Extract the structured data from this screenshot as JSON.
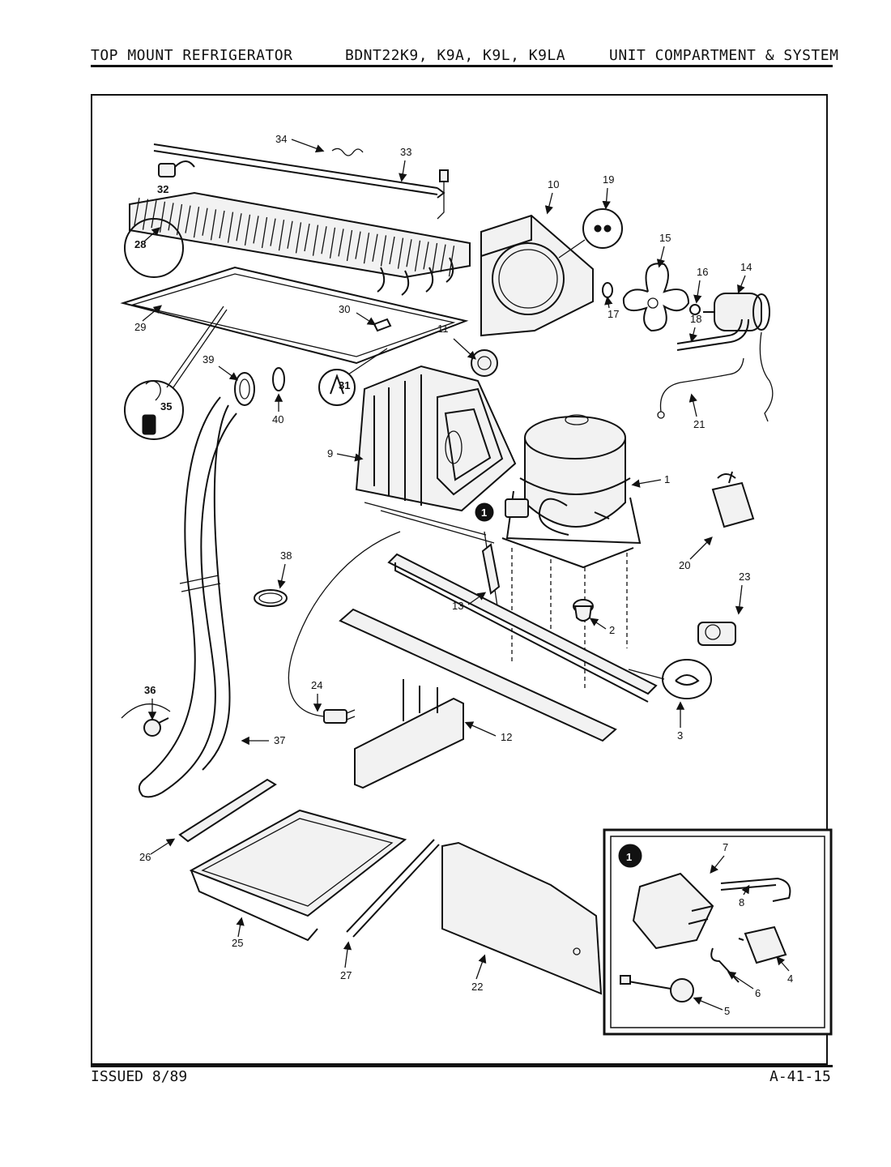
{
  "header": {
    "left": "TOP MOUNT REFRIGERATOR",
    "center": "BDNT22K9, K9A, K9L, K9LA",
    "right": "UNIT COMPARTMENT & SYSTEM"
  },
  "footer": {
    "left": "ISSUED 8/89",
    "right": "A-41-15"
  },
  "callouts": {
    "p1": "1",
    "p2": "2",
    "p3": "3",
    "p4": "4",
    "p5": "5",
    "p6": "6",
    "p7": "7",
    "p8": "8",
    "p9": "9",
    "p10": "10",
    "p11": "11",
    "p12": "12",
    "p13": "13",
    "p14": "14",
    "p15": "15",
    "p16": "16",
    "p17": "17",
    "p18": "18",
    "p19": "19",
    "p20": "20",
    "p21": "21",
    "p22": "22",
    "p23": "23",
    "p24": "24",
    "p25": "25",
    "p26": "26",
    "p27": "27",
    "p28": "28",
    "p29": "29",
    "p30": "30",
    "p31": "31",
    "p32": "32",
    "p33": "33",
    "p34": "34",
    "p35": "35",
    "p36": "36",
    "p37": "37",
    "p38": "38",
    "p39": "39",
    "p40": "40"
  },
  "inset": {
    "marker": "1"
  },
  "compressor_marker": "1"
}
